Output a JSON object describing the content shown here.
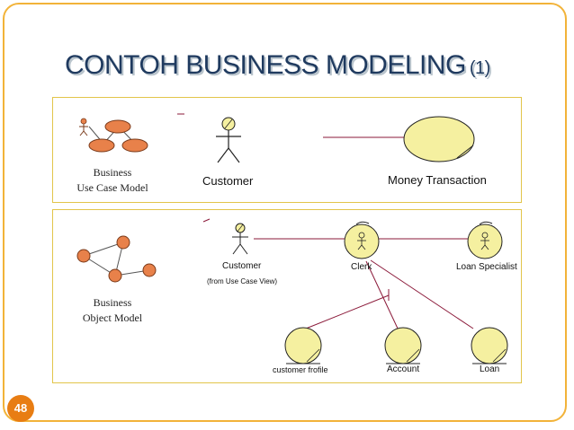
{
  "slide": {
    "title": "CONTOH BUSINESS MODELING",
    "title_number": "(1)",
    "page_number": "48"
  },
  "top_panel": {
    "model_label_line1": "Business",
    "model_label_line2": "Use Case Model",
    "actor_label": "Customer",
    "usecase_label": "Money Transaction"
  },
  "bottom_panel": {
    "model_label_line1": "Business",
    "model_label_line2": "Object Model",
    "customer_label": "Customer",
    "customer_note": "(from Use Case View)",
    "clerk_label": "Clerk",
    "loan_specialist_label": "Loan Specialist",
    "customer_profile_label": "customer frofile",
    "account_label": "Account",
    "loan_label": "Loan"
  },
  "colors": {
    "frame": "#f2b339",
    "panel_border": "#e2c54a",
    "entity_fill": "#f5f0a0",
    "icon_fill": "#e8814a",
    "connector": "#8b1a3a",
    "title": "#1f3a5f",
    "page_badge": "#e87d13"
  }
}
